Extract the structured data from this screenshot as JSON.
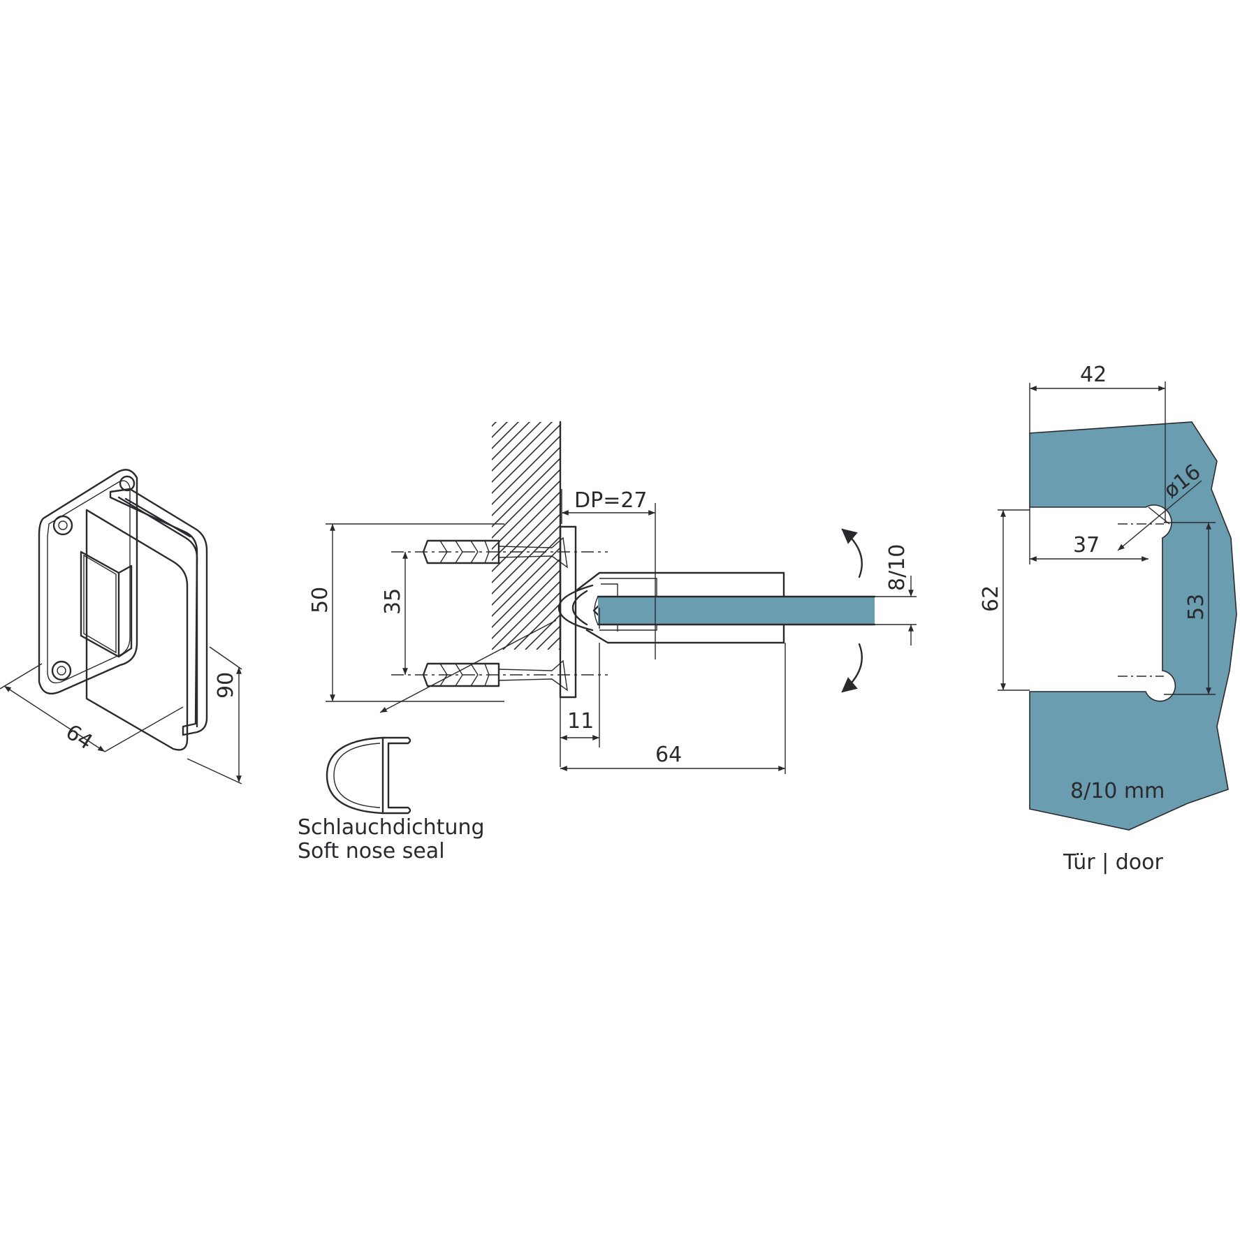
{
  "colors": {
    "line": "#2a2a2e",
    "glass": "#6b9db0",
    "background": "#ffffff"
  },
  "iso_view": {
    "dim_width": "64",
    "dim_height": "90"
  },
  "side_view": {
    "dim_dp": "DP=27",
    "dim_50": "50",
    "dim_35": "35",
    "dim_11": "11",
    "dim_64": "64",
    "dim_glass": "8/10",
    "seal_label_de": "Schlauchdichtung",
    "seal_label_en": "Soft nose seal"
  },
  "cutout_view": {
    "dim_42": "42",
    "dim_diameter": "ø16",
    "dim_37": "37",
    "dim_62": "62",
    "dim_53": "53",
    "thickness_label": "8/10 mm",
    "caption": "Tür | door"
  }
}
